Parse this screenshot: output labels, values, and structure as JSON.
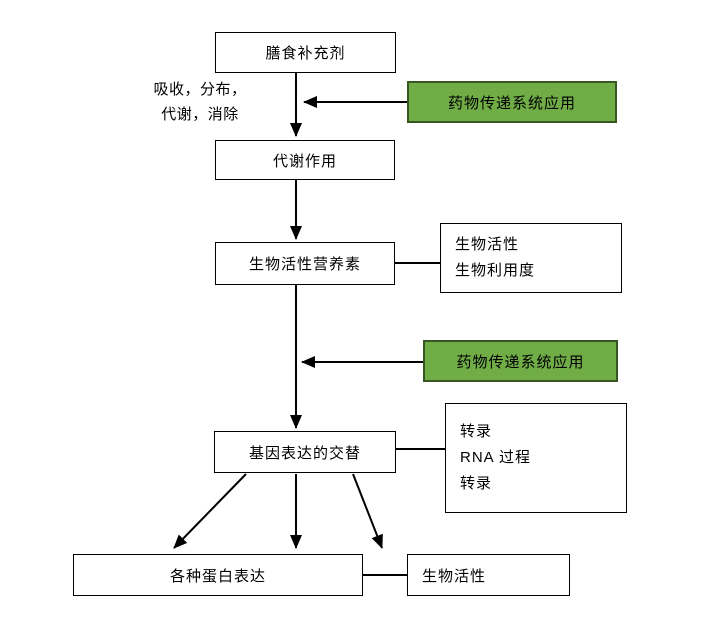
{
  "diagram": {
    "background": "#ffffff",
    "accent_fill": "#70AD47",
    "accent_border": "#375623",
    "line_color": "#000000",
    "nodes": {
      "supplement": {
        "label": "膳食补充剂"
      },
      "adme_note": {
        "lines": [
          "吸收，分布，",
          "代谢，消除"
        ]
      },
      "dds_top": {
        "label": "药物传递系统应用"
      },
      "metabolism": {
        "label": "代谢作用"
      },
      "bioactive_nutrient": {
        "label": "生物活性营养素"
      },
      "bioactivity_detail": {
        "lines": [
          "生物活性",
          "生物利用度"
        ]
      },
      "dds_mid": {
        "label": "药物传递系统应用"
      },
      "gene_expression": {
        "label": "基因表达的交替"
      },
      "transcription_detail": {
        "lines": [
          "转录",
          "RNA 过程",
          "转录"
        ]
      },
      "protein_expression": {
        "label": "各种蛋白表达"
      },
      "bioactivity_bottom": {
        "label": "生物活性"
      }
    }
  }
}
